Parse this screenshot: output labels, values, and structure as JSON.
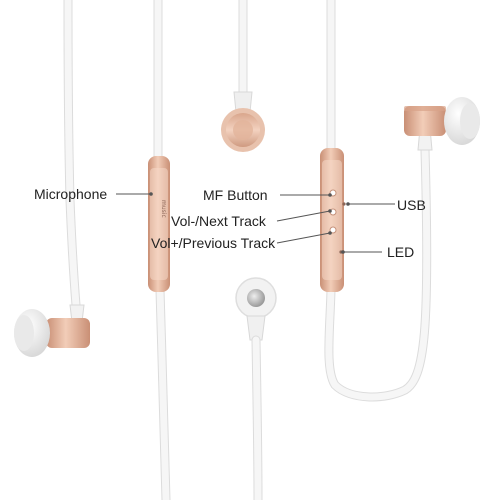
{
  "labels": {
    "microphone": "Microphone",
    "mf_button": "MF Button",
    "vol_minus_next": "Vol-/Next Track",
    "vol_plus_previous": "Vol+/Previous Track",
    "usb": "USB",
    "led": "LED"
  },
  "colors": {
    "background": "#ffffff",
    "cable": "#f4f4f4",
    "cable_edge": "#dcdcdc",
    "rose_gold": "#e6b9a0",
    "rose_gold_dark": "#c98f75",
    "silicone_tip": "#f7f7f7",
    "leader_line": "#555555",
    "label_text": "#222222"
  },
  "icons": {
    "left_earbud": "rose-gold-earbud",
    "right_earbud": "rose-gold-earbud",
    "magnet_back": "rose-gold-magnet-cap",
    "silver_back": "silver-magnet-cap"
  }
}
